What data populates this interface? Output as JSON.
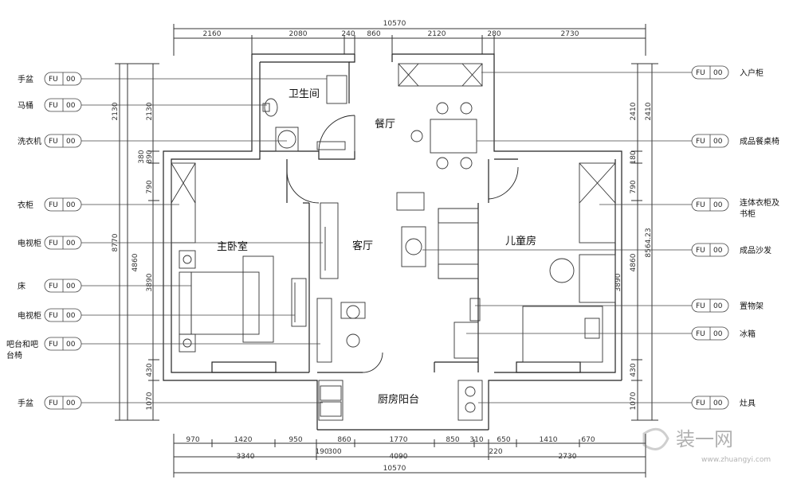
{
  "rooms": {
    "bathroom": "卫生间",
    "dining": "餐厅",
    "living": "客厅",
    "master_bedroom": "主卧室",
    "kids_room": "儿童房",
    "kitchen_balcony": "厨房阳台"
  },
  "dims_top": {
    "total": "10570",
    "segs": [
      "2160",
      "2080",
      "240",
      "860",
      "2120",
      "280",
      "2730"
    ]
  },
  "dims_bottom": {
    "row1": [
      "970",
      "1420",
      "950",
      "860",
      "1770",
      "850",
      "310",
      "650",
      "1410",
      "670"
    ],
    "row2": [
      "3340",
      "190",
      "300",
      "4090",
      "220",
      "2730"
    ],
    "total": "10570"
  },
  "dims_left": {
    "outer": [
      "2130",
      "8770"
    ],
    "inner": [
      "2130",
      "380",
      "890",
      "790",
      "4860",
      "3890",
      "430",
      "1070"
    ]
  },
  "dims_right": {
    "outer": [
      "2410",
      "8564.23"
    ],
    "inner": [
      "2410",
      "180",
      "790",
      "4860",
      "3890",
      "430",
      "1070"
    ]
  },
  "tag_box": {
    "code": "FU",
    "num": "00"
  },
  "left_labels": [
    "手盆",
    "马桶",
    "洗衣机",
    "衣柜",
    "电视柜",
    "床",
    "电视柜",
    "吧台和吧",
    "台椅",
    "手盆"
  ],
  "right_labels": [
    "入户柜",
    "成品餐桌椅",
    "连体衣柜及",
    "书柜",
    "成品沙发",
    "置物架",
    "冰箱",
    "灶具"
  ],
  "watermark": {
    "brand": "装一网",
    "url": "www.zhuangyi.com"
  }
}
